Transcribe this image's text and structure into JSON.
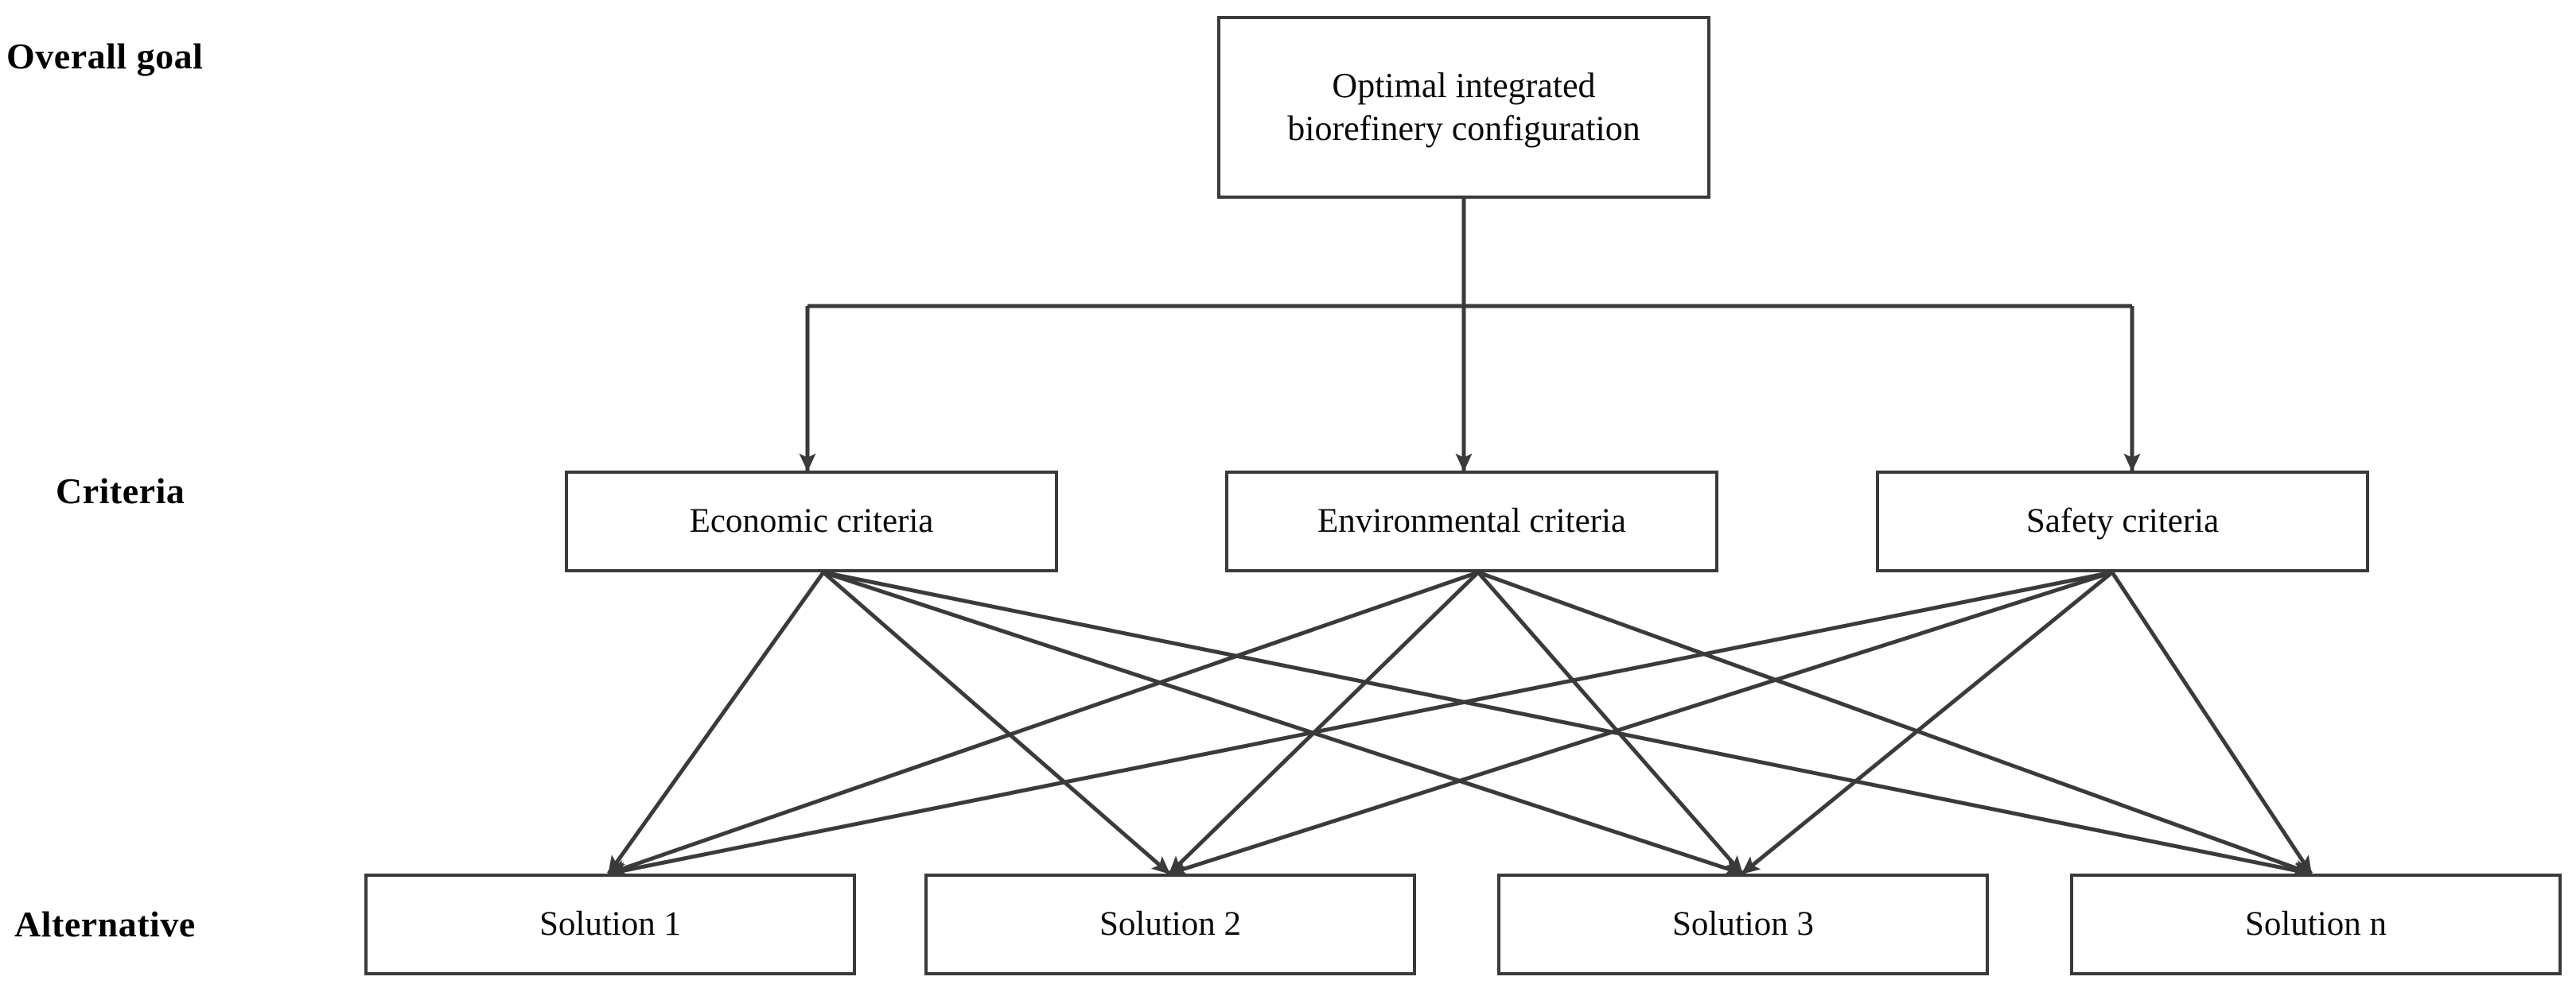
{
  "diagram": {
    "type": "hierarchy",
    "title": "",
    "stroke_color": "#3a3a3a",
    "text_color": "#0a0a0a",
    "background_color": "#ffffff",
    "levels": [
      {
        "row_label": "Overall goal",
        "nodes": [
          {
            "id": "goal",
            "label": "Optimal integrated\nbiorefinery configuration"
          }
        ]
      },
      {
        "row_label": "Criteria",
        "nodes": [
          {
            "id": "c1",
            "label": "Economic criteria"
          },
          {
            "id": "c2",
            "label": "Environmental criteria"
          },
          {
            "id": "c3",
            "label": "Safety criteria"
          }
        ]
      },
      {
        "row_label": "Alternative",
        "nodes": [
          {
            "id": "a1",
            "label": "Solution 1"
          },
          {
            "id": "a2",
            "label": "Solution 2"
          },
          {
            "id": "a3",
            "label": "Solution 3"
          },
          {
            "id": "a4",
            "label": "Solution n"
          }
        ]
      }
    ],
    "edges": [
      {
        "from": "goal",
        "to": "c1",
        "style": "orthogonal-bus",
        "arrow": true
      },
      {
        "from": "goal",
        "to": "c2",
        "style": "orthogonal-bus",
        "arrow": true
      },
      {
        "from": "goal",
        "to": "c3",
        "style": "orthogonal-bus",
        "arrow": true
      },
      {
        "from": "c1",
        "to": "a1",
        "style": "straight",
        "arrow": true
      },
      {
        "from": "c1",
        "to": "a2",
        "style": "straight",
        "arrow": true
      },
      {
        "from": "c1",
        "to": "a3",
        "style": "straight",
        "arrow": true
      },
      {
        "from": "c1",
        "to": "a4",
        "style": "straight",
        "arrow": true
      },
      {
        "from": "c2",
        "to": "a1",
        "style": "straight",
        "arrow": true
      },
      {
        "from": "c2",
        "to": "a2",
        "style": "straight",
        "arrow": true
      },
      {
        "from": "c2",
        "to": "a3",
        "style": "straight",
        "arrow": true
      },
      {
        "from": "c2",
        "to": "a4",
        "style": "straight",
        "arrow": true
      },
      {
        "from": "c3",
        "to": "a1",
        "style": "straight",
        "arrow": true
      },
      {
        "from": "c3",
        "to": "a2",
        "style": "straight",
        "arrow": true
      },
      {
        "from": "c3",
        "to": "a3",
        "style": "straight",
        "arrow": true
      },
      {
        "from": "c3",
        "to": "a4",
        "style": "straight",
        "arrow": true
      }
    ]
  },
  "labels": {
    "row_goal": "Overall goal",
    "row_criteria": "Criteria",
    "row_alternative": "Alternative"
  },
  "nodes": {
    "goal": "Optimal integrated\nbiorefinery configuration",
    "criteria_1": "Economic criteria",
    "criteria_2": "Environmental criteria",
    "criteria_3": "Safety criteria",
    "alt_1": "Solution 1",
    "alt_2": "Solution 2",
    "alt_3": "Solution 3",
    "alt_4": "Solution n"
  }
}
